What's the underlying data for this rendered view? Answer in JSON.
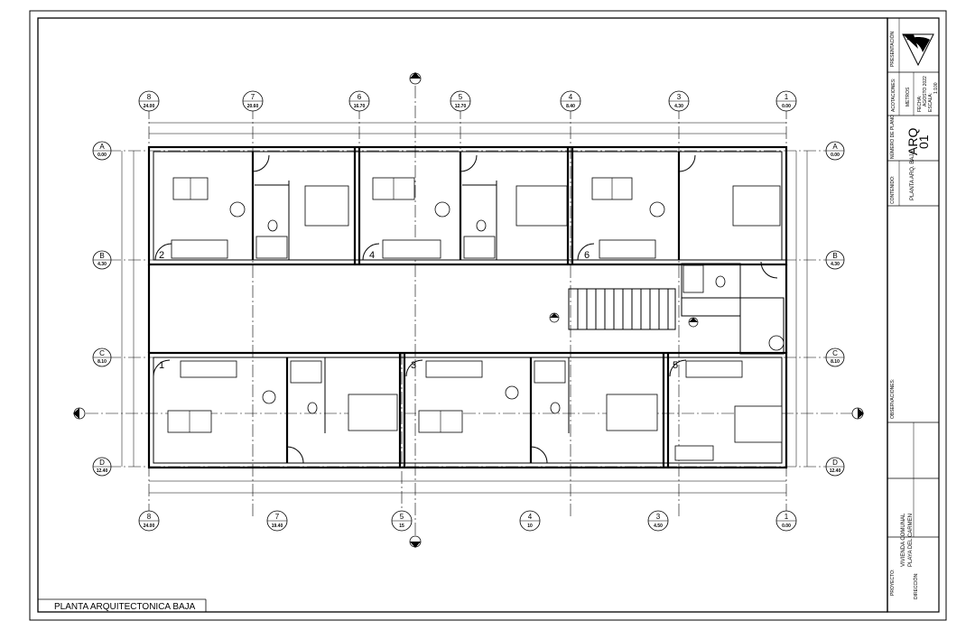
{
  "sheet_title": "PLANTA ARQUITECTONICA BAJA",
  "grid": {
    "top_axes": [
      {
        "id": "8",
        "dim": "24.00"
      },
      {
        "id": "7",
        "dim": "20.60"
      },
      {
        "id": "6",
        "dim": "16.70"
      },
      {
        "id": "5",
        "dim": "12.70"
      },
      {
        "id": "4",
        "dim": "8.40"
      },
      {
        "id": "3",
        "dim": "4.30"
      },
      {
        "id": "1",
        "dim": "0.00"
      }
    ],
    "bottom_axes": [
      {
        "id": "8",
        "dim": "24.00"
      },
      {
        "id": "7",
        "dim": "19.40"
      },
      {
        "id": "5",
        "dim": "15"
      },
      {
        "id": "4",
        "dim": "10"
      },
      {
        "id": "3",
        "dim": "4.50"
      },
      {
        "id": "1",
        "dim": "0.00"
      }
    ],
    "left_axes": [
      {
        "id": "A",
        "dim": "0.00"
      },
      {
        "id": "B",
        "dim": "4.30"
      },
      {
        "id": "C",
        "dim": "8.10"
      },
      {
        "id": "D",
        "dim": "12.40"
      }
    ],
    "right_axes": [
      {
        "id": "A",
        "dim": "0.00"
      },
      {
        "id": "B",
        "dim": "4.30"
      },
      {
        "id": "C",
        "dim": "8.10"
      },
      {
        "id": "D",
        "dim": "12.40"
      }
    ]
  },
  "unit_numbers": [
    "1",
    "2",
    "3",
    "4",
    "5",
    "6"
  ],
  "title_block": {
    "sheet_code": "ARQ",
    "sheet_number": "01",
    "content_label": "PLANTA ARQ. BAJA",
    "project_label": "PROYECTO:",
    "project_name_line1": "VIVIENDA COMUNAL",
    "project_name_line2": "PLAYA DEL CARMEN",
    "units_label": "ACOTACIONES:",
    "units_value": "METROS",
    "date_label": "FECHA:",
    "date_value": "AGOSTO 2022",
    "scale_label": "ESCALA:",
    "scale_value": "1:100",
    "sheet_num_label": "NÚMERO DE PLANO",
    "content_head": "CONTENIDO:",
    "notes_label": "OBSERVACIONES:",
    "direction_label": "DIRECCIÓN:",
    "presentation_label": "PRESENTACIÓN"
  },
  "colors": {
    "line": "#000000",
    "background": "#ffffff"
  }
}
